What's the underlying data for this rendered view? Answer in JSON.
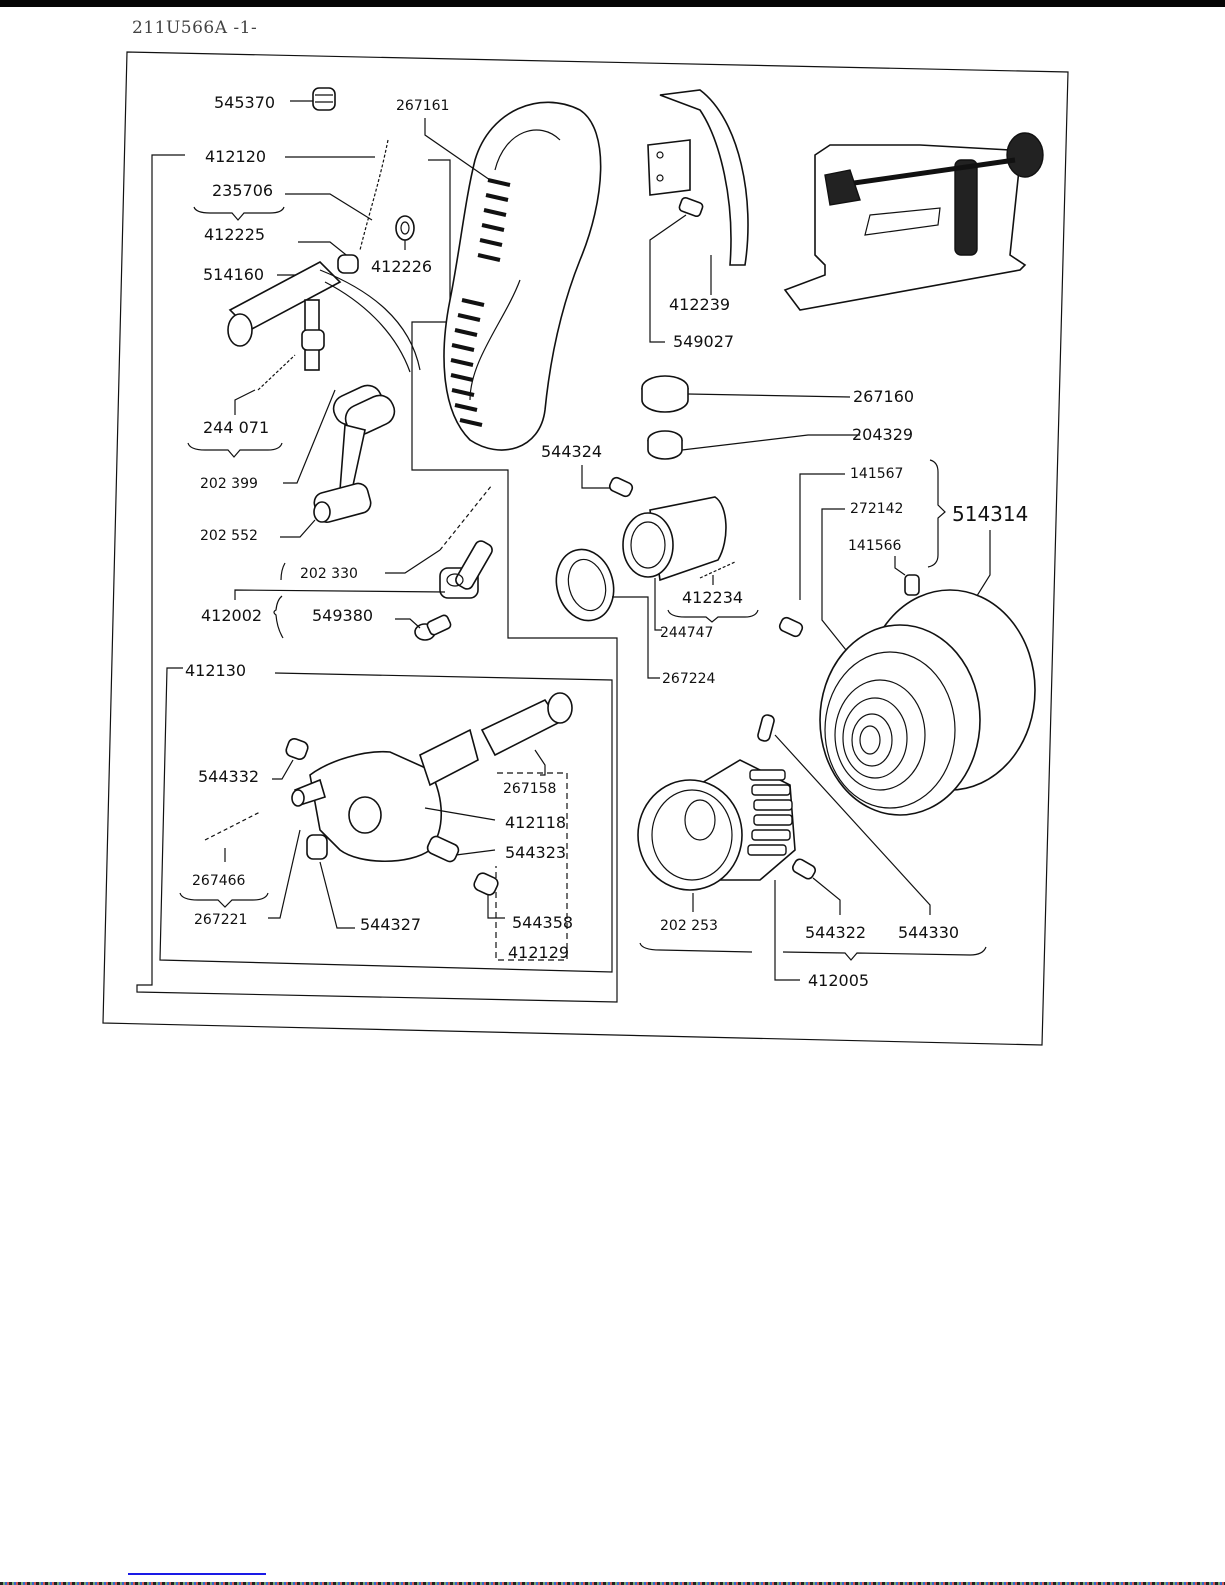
{
  "document": {
    "id": "211U566A",
    "page": "-1-",
    "header_text": "211U566A -1-"
  },
  "parts": {
    "p545370": "545370",
    "p267161": "267161",
    "p412120": "412120",
    "p235706": "235706",
    "p412225": "412225",
    "p412226": "412226",
    "p514160": "514160",
    "p244071": "244 071",
    "p202399": "202 399",
    "p202552": "202 552",
    "p202330": "202 330",
    "p412002": "412002",
    "p549380": "549380",
    "p412130": "412130",
    "p412239": "412239",
    "p549027": "549027",
    "p267160": "267160",
    "p204329": "204329",
    "p544324": "544324",
    "p141567": "141567",
    "p272142": "272142",
    "p141566": "141566",
    "p514314": "514314",
    "p412234": "412234",
    "p244747": "244747",
    "p267224": "267224",
    "p544332": "544332",
    "p267158": "267158",
    "p412118": "412118",
    "p544323": "544323",
    "p267466": "267466",
    "p267221": "267221",
    "p544327": "544327",
    "p544358": "544358",
    "p412129": "412129",
    "p202253": "202 253",
    "p544322": "544322",
    "p544330": "544330",
    "p412005": "412005"
  },
  "colors": {
    "ink": "#111111",
    "paper": "#ffffff",
    "link": "#1a1ae6"
  }
}
